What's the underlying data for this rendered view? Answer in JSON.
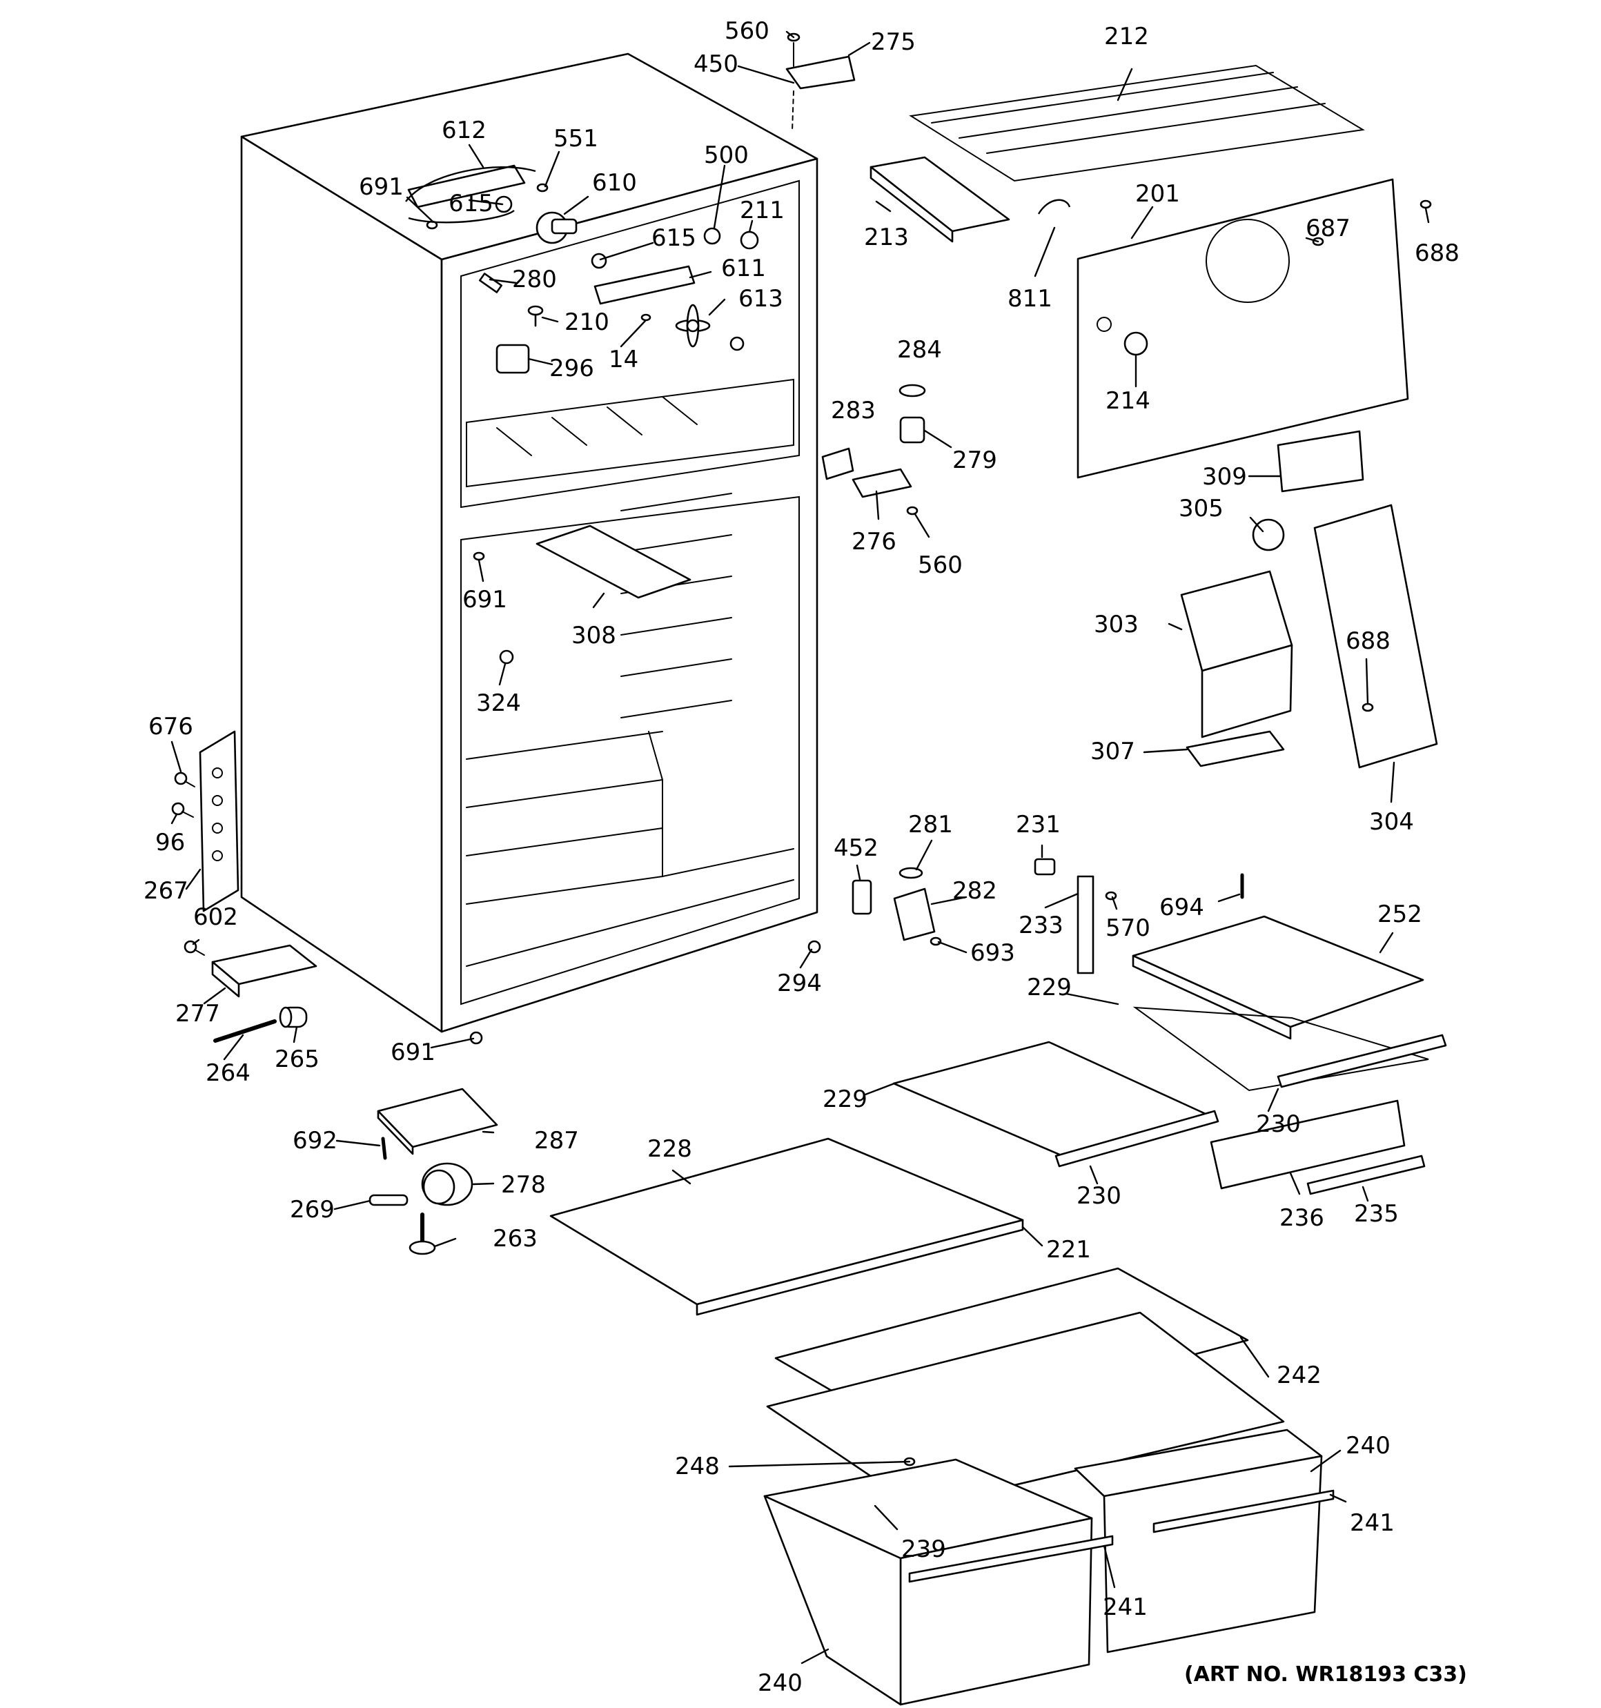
{
  "art_number": "(ART NO. WR18193 C33)",
  "callouts": {
    "c560a": "560",
    "c275": "275",
    "c450": "450",
    "c212": "212",
    "c612": "612",
    "c551": "551",
    "c500": "500",
    "c691a": "691",
    "c615a": "615",
    "c610": "610",
    "c211": "211",
    "c213": "213",
    "c201": "201",
    "c688a": "688",
    "c687": "687",
    "c811": "811",
    "c615b": "615",
    "c280": "280",
    "c611": "611",
    "c613": "613",
    "c210": "210",
    "c14": "14",
    "c296": "296",
    "c284": "284",
    "c214": "214",
    "c283": "283",
    "c279": "279",
    "c309": "309",
    "c305": "305",
    "c276": "276",
    "c560b": "560",
    "c691b": "691",
    "c308": "308",
    "c303": "303",
    "c688b": "688",
    "c324": "324",
    "c676": "676",
    "c96": "96",
    "c307": "307",
    "c304": "304",
    "c267": "267",
    "c452": "452",
    "c281": "281",
    "c231": "231",
    "c282": "282",
    "c694": "694",
    "c233": "233",
    "c570": "570",
    "c602": "602",
    "c252": "252",
    "c693": "693",
    "c294": "294",
    "c277": "277",
    "c229a": "229",
    "c691c": "691",
    "c264": "264",
    "c265": "265",
    "c229b": "229",
    "c230a": "230",
    "c692": "692",
    "c287": "287",
    "c228": "228",
    "c278": "278",
    "c230b": "230",
    "c236": "236",
    "c235": "235",
    "c269": "269",
    "c263": "263",
    "c221": "221",
    "c242": "242",
    "c248": "248",
    "c240a": "240",
    "c241a": "241",
    "c239": "239",
    "c241b": "241",
    "c240b": "240"
  }
}
